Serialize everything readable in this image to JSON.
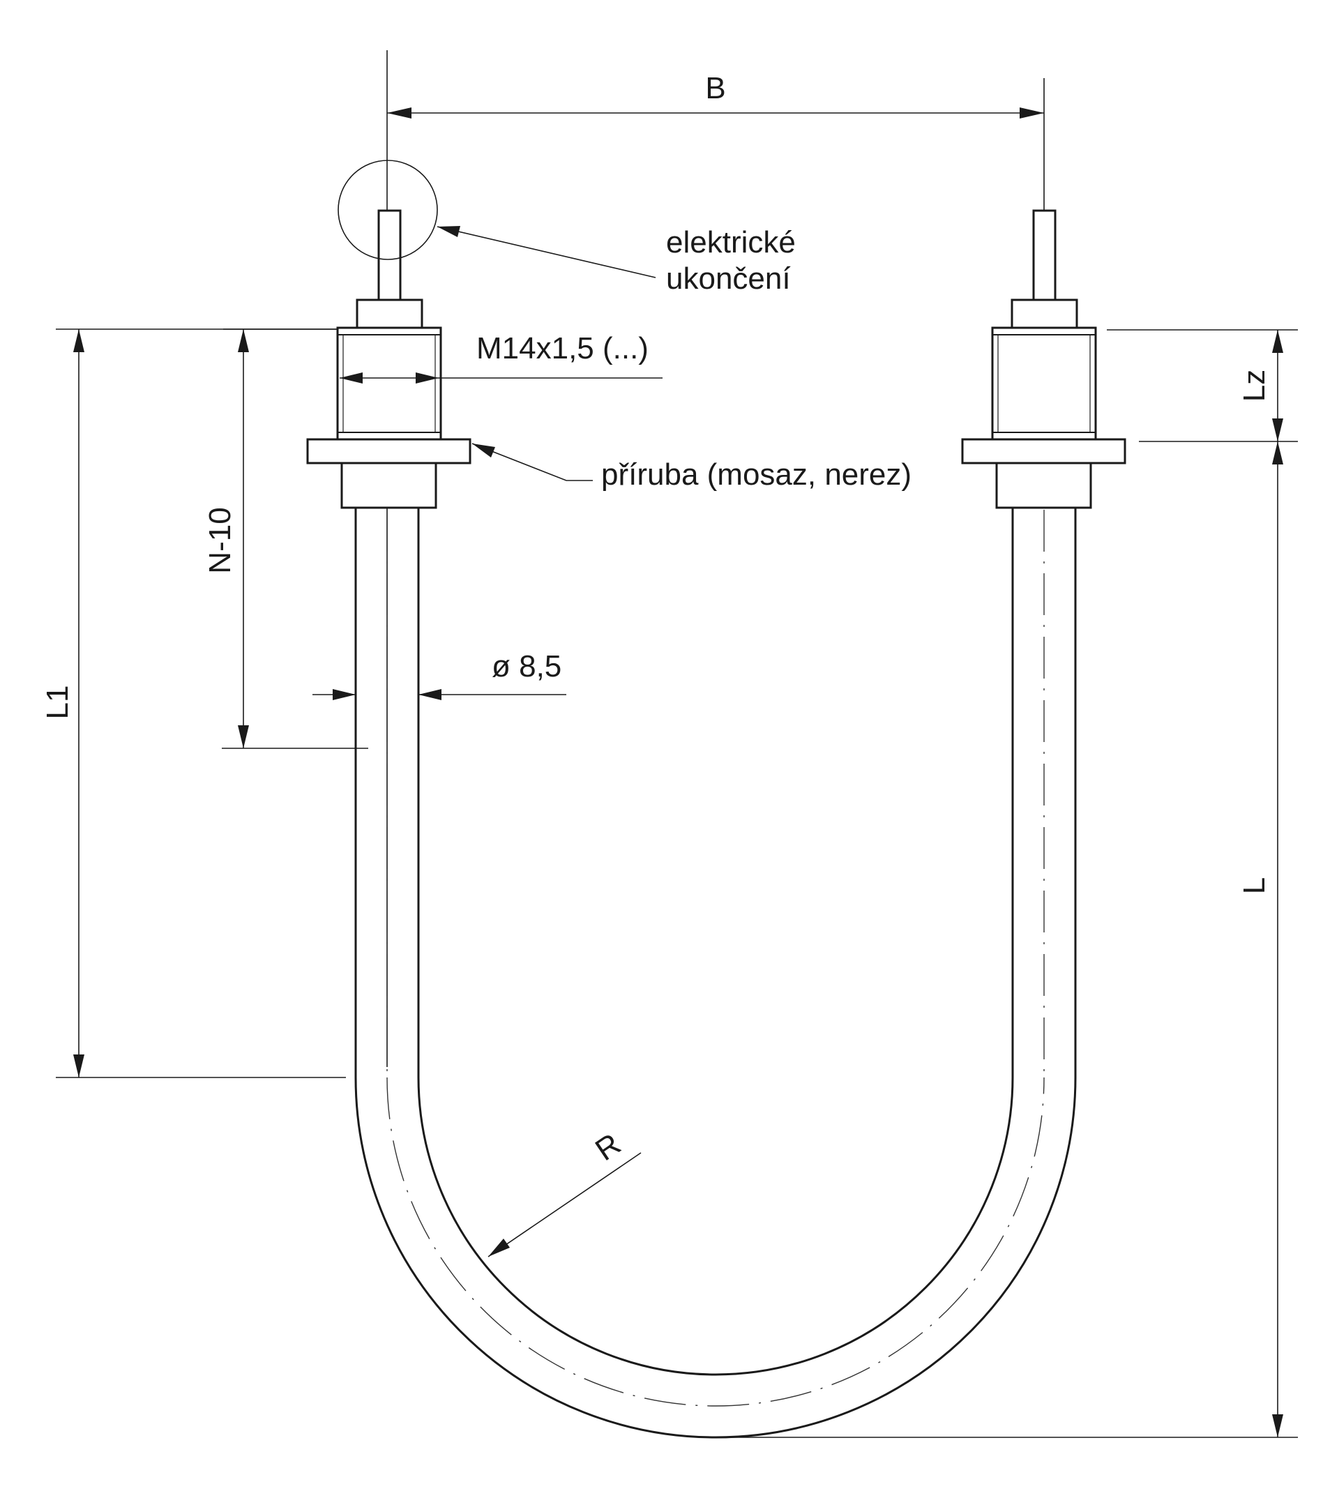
{
  "labels": {
    "width_b": "B",
    "terminal_note_line1": "elektrické",
    "terminal_note_line2": "ukončení",
    "thread": "M14x1,5 (...)",
    "flange_note": "příruba (mosaz, nerez)",
    "tube_diameter": "ø 8,5",
    "dim_n10": "N-10",
    "dim_l1": "L1",
    "dim_lz": "Lz",
    "dim_l": "L",
    "radius": "R"
  },
  "colors": {
    "line": "#1a1a1a",
    "background": "#ffffff"
  }
}
